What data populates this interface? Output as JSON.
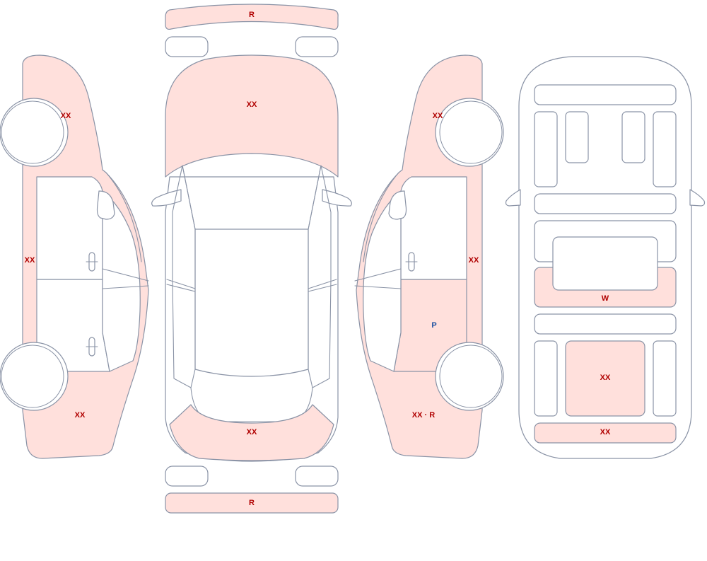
{
  "colors": {
    "damage_fill": "#ffe0dc",
    "code_red": "#b00000",
    "code_blue": "#1a4fa0",
    "outline": "#8a93a6"
  },
  "labels": {
    "front_bumper": "R",
    "hood": "XX",
    "rear_panel": "XX",
    "rear_bumper": "R",
    "left_front_fender": "XX",
    "left_rocker": "XX",
    "left_quarter": "XX",
    "right_front_fender": "XX",
    "right_rocker": "XX",
    "right_rear_door": "P",
    "right_quarter": "XX · R",
    "interior_console": "W",
    "interior_cargo": "XX",
    "interior_rear_sill": "XX"
  }
}
